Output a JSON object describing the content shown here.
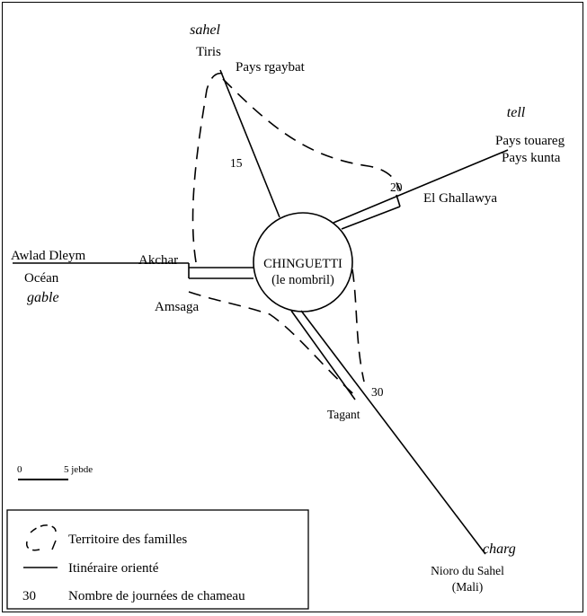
{
  "diagram": {
    "center": {
      "line1": "CHINGUETTI",
      "line2": "(le nombril)"
    },
    "places": {
      "sahel": "sahel",
      "tiris": "Tiris",
      "pays_rgaybat": "Pays rgaybat",
      "tell": "tell",
      "pays_touareg": "Pays touareg",
      "pays_kunta": "Pays kunta",
      "el_ghallawya": "El Ghallawya",
      "awlad_dleym": "Awlad Dleym",
      "ocean": "Océan",
      "gable": "gable",
      "akchar": "Akchar",
      "amsaga": "Amsaga",
      "tagant": "Tagant",
      "charg": "charg",
      "nioro": "Nioro du Sahel",
      "mali": "(Mali)"
    },
    "route_days": {
      "tiris": "15",
      "east": "20",
      "tagant": "30"
    },
    "scale": {
      "zero": "0",
      "five": "5 jebde"
    }
  },
  "legend": {
    "territory": "Territoire des familles",
    "route": "Itinéraire orienté",
    "days_sample": "30",
    "days": "Nombre de journées de chameau"
  },
  "colors": {
    "ink": "#000000",
    "paper": "#ffffff"
  }
}
